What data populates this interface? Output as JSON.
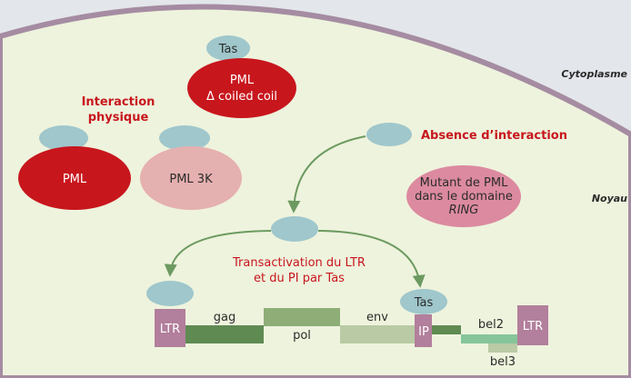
{
  "regions": {
    "cytoplasm": "Cytoplasme",
    "nucleus": "Noyau"
  },
  "labels": {
    "tas_top": "Tas",
    "pml_dcc_line1": "PML",
    "pml_dcc_line2": "Δ coiled coil",
    "interaction_line1": "Interaction",
    "interaction_line2": "physique",
    "pml": "PML",
    "pml3k": "PML 3K",
    "absence": "Absence d’interaction",
    "mutant_line1": "Mutant de PML",
    "mutant_line2": "dans le domaine",
    "mutant_line3": "RING",
    "transact_line1": "Transactivation du LTR",
    "transact_line2": "et du PI par Tas",
    "tas_ip": "Tas"
  },
  "genome": {
    "ltr_left": "LTR",
    "gag": "gag",
    "pol": "pol",
    "env": "env",
    "ip": "IP",
    "bel2": "bel2",
    "ltr_right": "LTR",
    "bel3": "bel3"
  },
  "colors": {
    "background": "#e3e6ea",
    "nucleus_fill": "#eef3dd",
    "membrane": "#a58ca2",
    "tas_blue": "#9fc7cc",
    "pml_red": "#c8161d",
    "pml3k_pink": "#e5b0b0",
    "mutant_pink": "#dc8aa0",
    "ltr_mauve": "#b27f9c",
    "arrow_green": "#6c9a60"
  }
}
